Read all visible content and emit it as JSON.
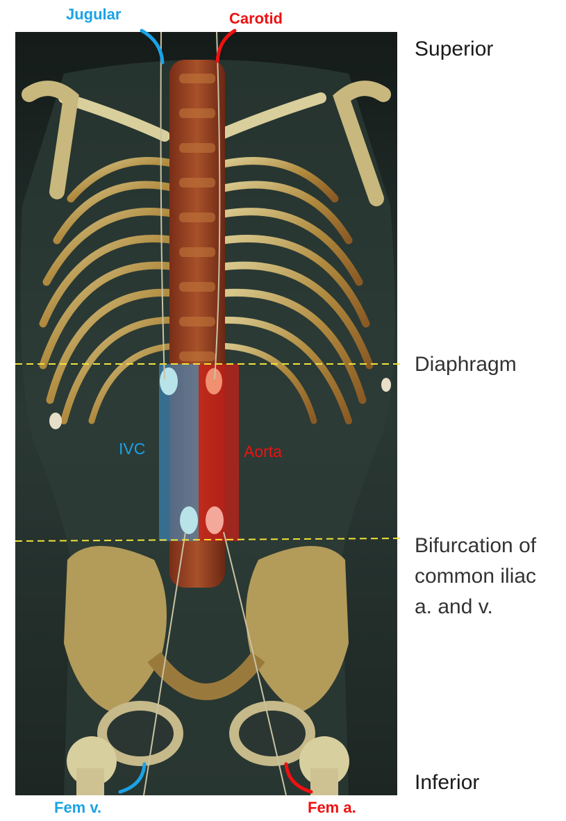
{
  "figure": {
    "top_vessels": {
      "jugular": "Jugular",
      "carotid": "Carotid"
    },
    "bottom_vessels": {
      "femoral_vein": "Fem v.",
      "femoral_artery": "Fem a."
    },
    "image_labels": {
      "ivc": "IVC",
      "aorta": "Aorta"
    },
    "levels": {
      "superior": "Superior",
      "diaphragm": "Diaphragm",
      "bifurcation_lines": [
        "Bifurcation of",
        "common iliac",
        "a. and v."
      ],
      "inferior": "Inferior"
    },
    "colors": {
      "vein_blue": "#1aa3e6",
      "artery_red": "#ee1111",
      "level_line_yellow": "#f2e33a",
      "ivc_band": "#3f8ec6",
      "aorta_band": "#c8201a"
    }
  }
}
